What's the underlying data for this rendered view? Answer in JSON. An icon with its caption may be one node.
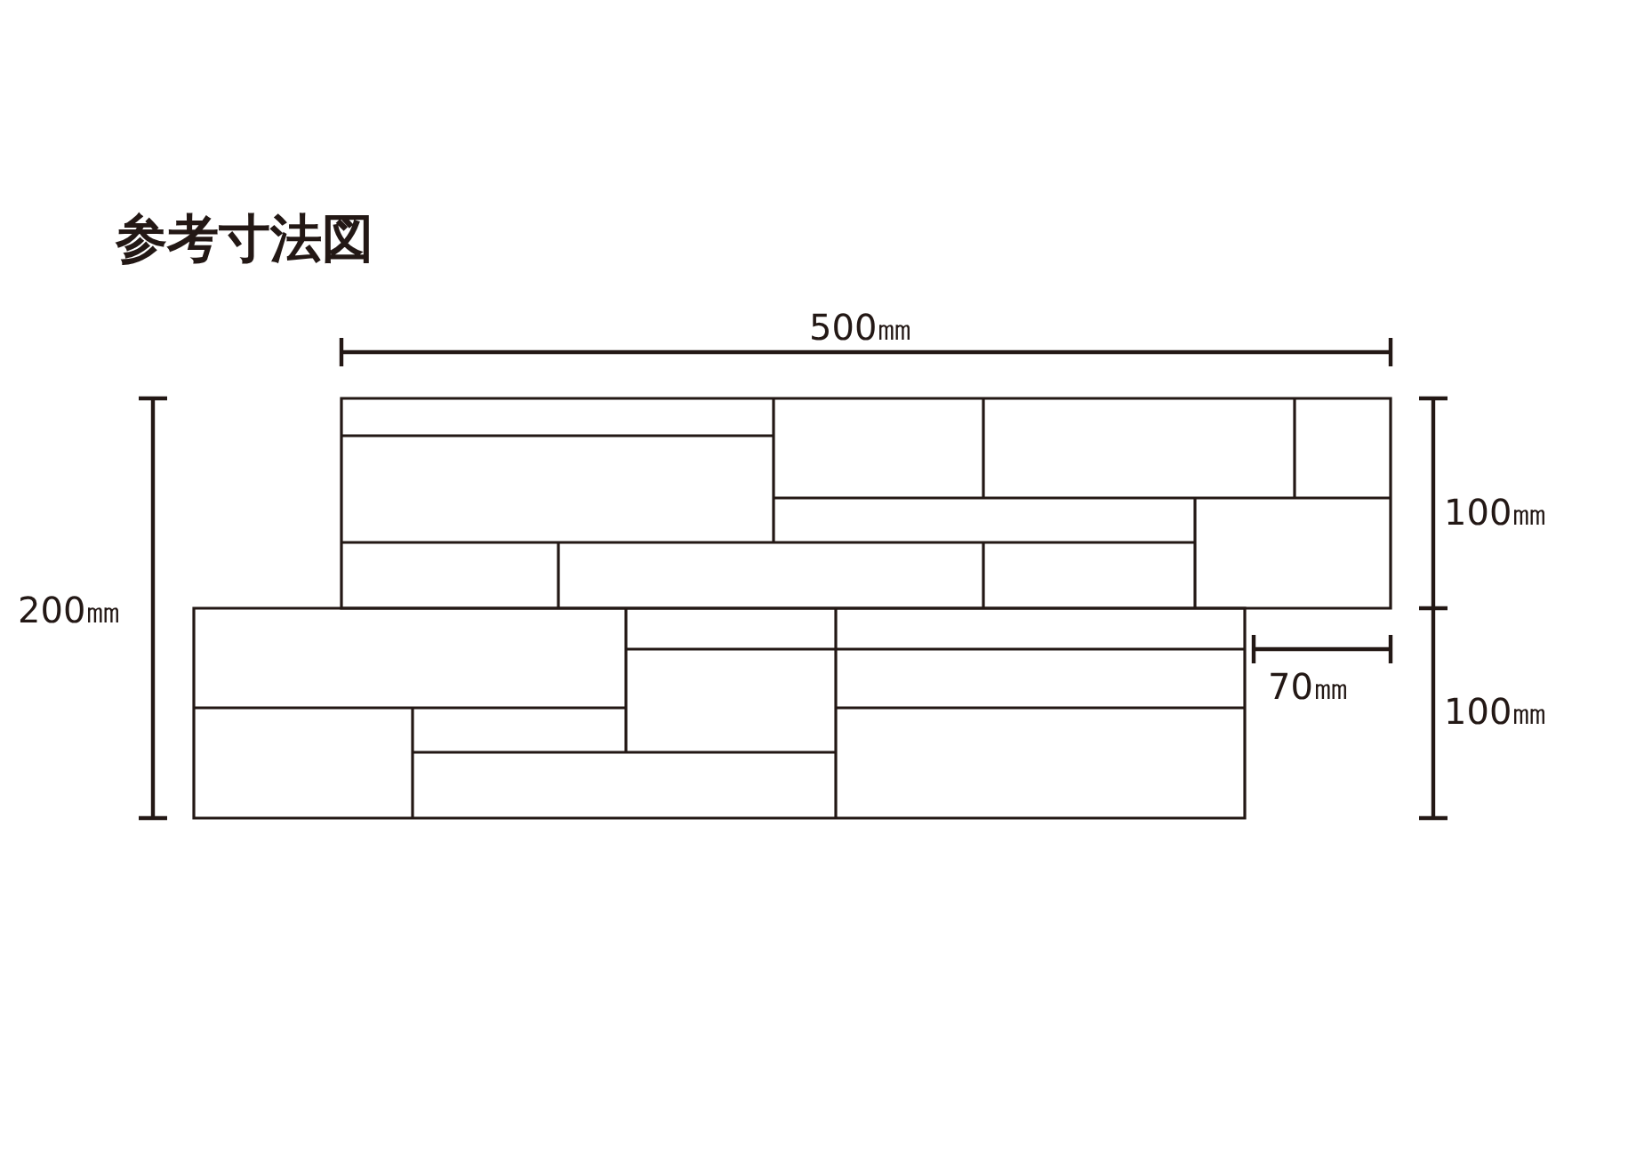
{
  "diagram": {
    "title": "参考寸法図",
    "labels": [
      "500㎜",
      "200㎜",
      "100㎜",
      "70㎜",
      "100㎜"
    ]
  }
}
